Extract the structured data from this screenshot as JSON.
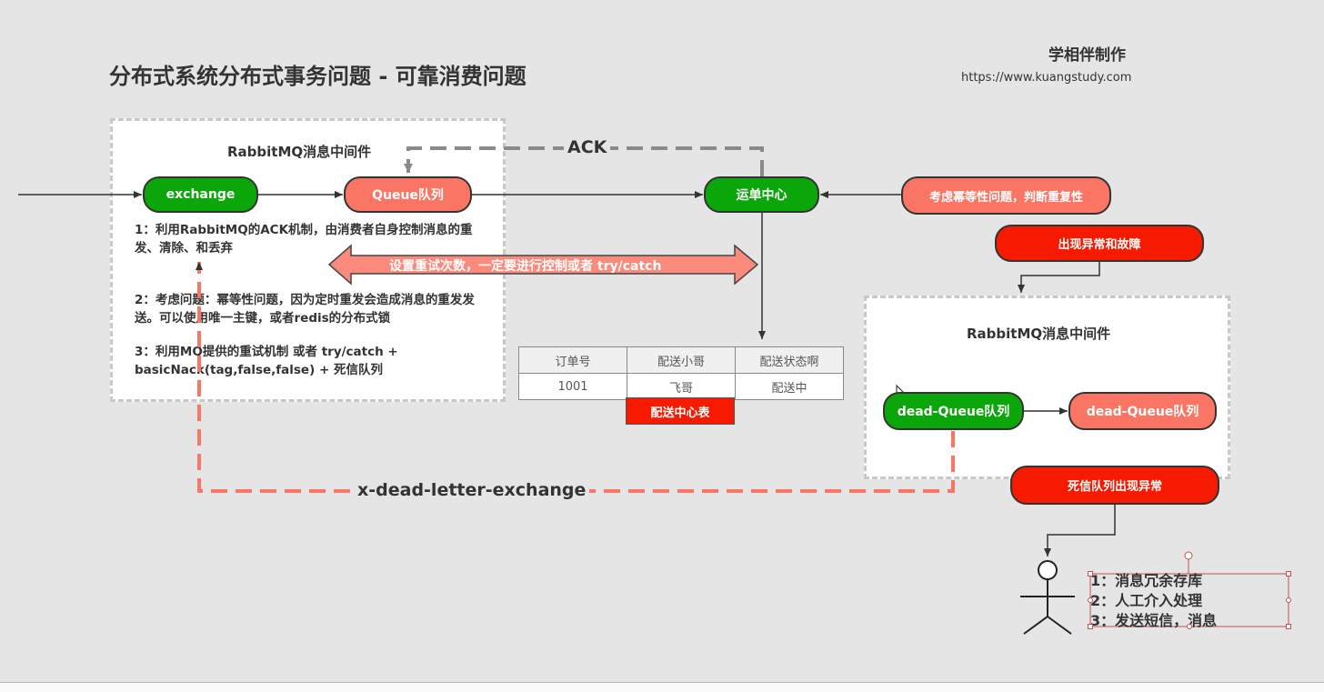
{
  "header": {
    "title": "分布式系统分布式事务问题 - 可靠消费问题",
    "brand": "学相伴制作",
    "url": "https://www.kuangstudy.com"
  },
  "left_panel": {
    "title": "RabbitMQ消息中间件",
    "notes": [
      "1：利用RabbitMQ的ACK机制，由消费者自身控制消息的重发、清除、和丢弃",
      "2：考虑问题：幂等性问题，因为定时重发会造成消息的重发发送。可以使用唯一主键，或者redis的分布式锁",
      "3：利用MQ提供的重试机制 或者  try/catch  + basicNack(tag,false,false)   + 死信队列"
    ]
  },
  "nodes": {
    "exchange": "exchange",
    "queue": "Queue队列",
    "dispatch_center": "运单中心",
    "idempotency": "考虑幂等性问题，判断重复性",
    "exception": "出现异常和故障",
    "dead_queue_1": "dead-Queue队列",
    "dead_queue_2": "dead-Queue队列",
    "dead_exception": "死信队列出现异常"
  },
  "edges": {
    "ack": "ACK",
    "retry": "设置重试次数，一定要进行控制或者 try/catch",
    "dead_letter": "x-dead-letter-exchange"
  },
  "right_panel": {
    "title": "RabbitMQ消息中间件"
  },
  "table": {
    "headers": [
      "订单号",
      "配送小哥",
      "配送状态啊"
    ],
    "rows": [
      [
        "1001",
        "飞哥",
        "配送中"
      ]
    ],
    "caption": "配送中心表"
  },
  "handling": [
    "1：消息冗余存库",
    "2：人工介入处理",
    "3：发送短信，消息"
  ],
  "colors": {
    "green": "#0aa60a",
    "salmon": "#fa7564",
    "red": "#f51a00",
    "dashed_gray": "#8a8a8a",
    "dashed_salmon": "#fa7564"
  }
}
